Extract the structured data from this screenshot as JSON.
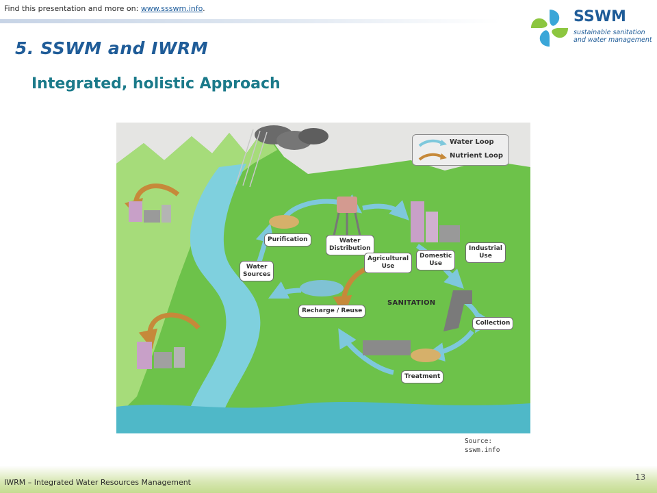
{
  "header": {
    "note_prefix": "Find this presentation  and more on: ",
    "note_link": "www.ssswm.info",
    "note_suffix": "."
  },
  "logo": {
    "word": "SSWM",
    "tagline_1": "sustainable sanitation",
    "tagline_2": "and water management"
  },
  "slide": {
    "title": "5. SSWM and IWRM",
    "subtitle": "Integrated, holistic Approach"
  },
  "diagram": {
    "labels": {
      "purification": "Purification",
      "water_distribution_1": "Water",
      "water_distribution_2": "Distribution",
      "agricultural_use_1": "Agricultural",
      "agricultural_use_2": "Use",
      "domestic_use_1": "Domestic",
      "domestic_use_2": "Use",
      "industrial_use_1": "Industrial",
      "industrial_use_2": "Use",
      "water_sources_1": "Water",
      "water_sources_2": "Sources",
      "recharge_reuse": "Recharge / Reuse",
      "collection": "Collection",
      "treatment": "Treatment",
      "sanitation": "SANITATION"
    },
    "legend": {
      "water_loop": "Water Loop",
      "nutrient_loop": "Nutrient Loop"
    },
    "colors": {
      "water_loop": "#7ec8dc",
      "nutrient_loop": "#c6893a"
    }
  },
  "source": {
    "line_1": "Source:",
    "line_2": "sswm.info"
  },
  "footer": {
    "text": "IWRM – Integrated  Water Resources Management",
    "page_number": "13"
  }
}
